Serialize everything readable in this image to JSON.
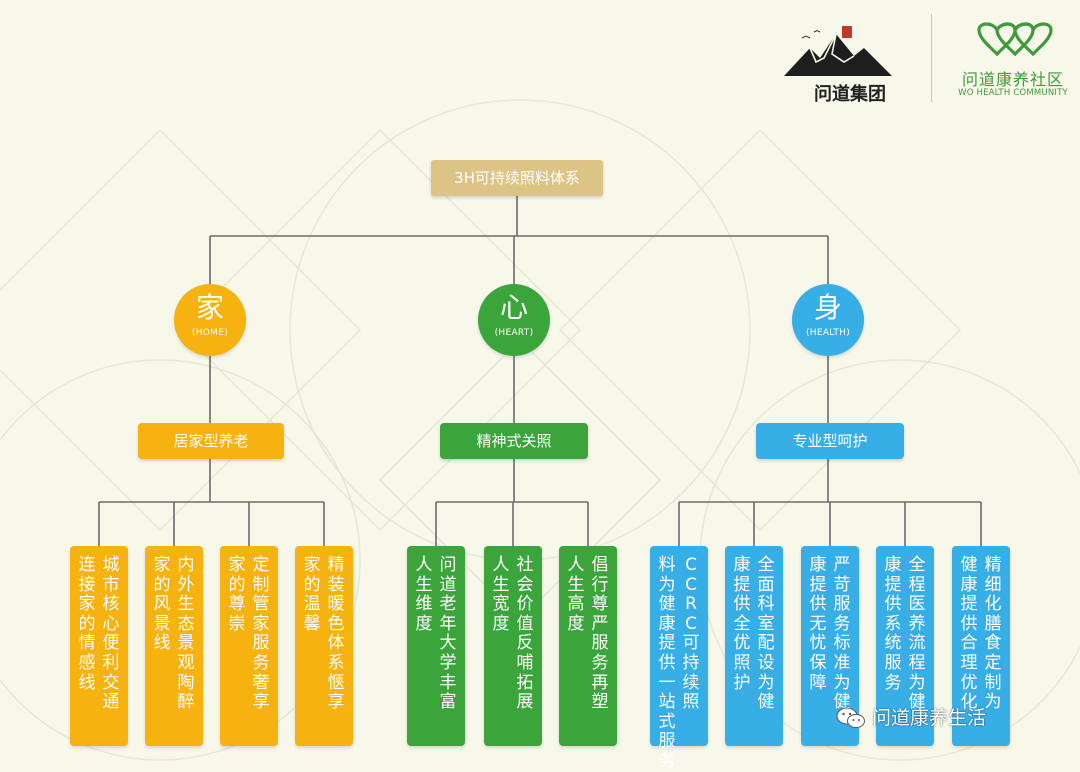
{
  "brand": {
    "group_name": "问道集团",
    "community_name_cn": "问道康养社区",
    "community_name_en": "WO HEALTH COMMUNITY"
  },
  "root": {
    "label": "3H可持续照料体系"
  },
  "pillars": [
    {
      "glyph": "家",
      "sub": "(HOME)",
      "category": "居家型养老",
      "color": "#f6b20f",
      "leaves": [
        {
          "text": "城市核心便利交通连接家的情感线"
        },
        {
          "text": "内外生态景观陶醉家的风景线"
        },
        {
          "text": "定制管家服务奢享家的尊崇"
        },
        {
          "text": "精装暖色体系惬享家的温馨"
        }
      ]
    },
    {
      "glyph": "心",
      "sub": "(HEART)",
      "category": "精神式关照",
      "color": "#3ba53c",
      "leaves": [
        {
          "text": "问道老年大学丰富人生维度"
        },
        {
          "text": "社会价值反哺拓展人生宽度"
        },
        {
          "text": "倡行尊严服务再塑人生高度"
        }
      ]
    },
    {
      "glyph": "身",
      "sub": "(HEALTH)",
      "category": "专业型呵护",
      "color": "#38aee7",
      "leaves": [
        {
          "text": "CCRC可持续照料为健康提供一站式服务"
        },
        {
          "text": "全面科室配设为健康提供全优照护"
        },
        {
          "text": "严苛服务标准为健康提供无忧保障"
        },
        {
          "text": "全程医养流程为健康提供系统服务"
        },
        {
          "text": "精细化膳食定制为健康提供合理优化"
        }
      ]
    }
  ],
  "watermark": {
    "text": "问道康养生活"
  }
}
